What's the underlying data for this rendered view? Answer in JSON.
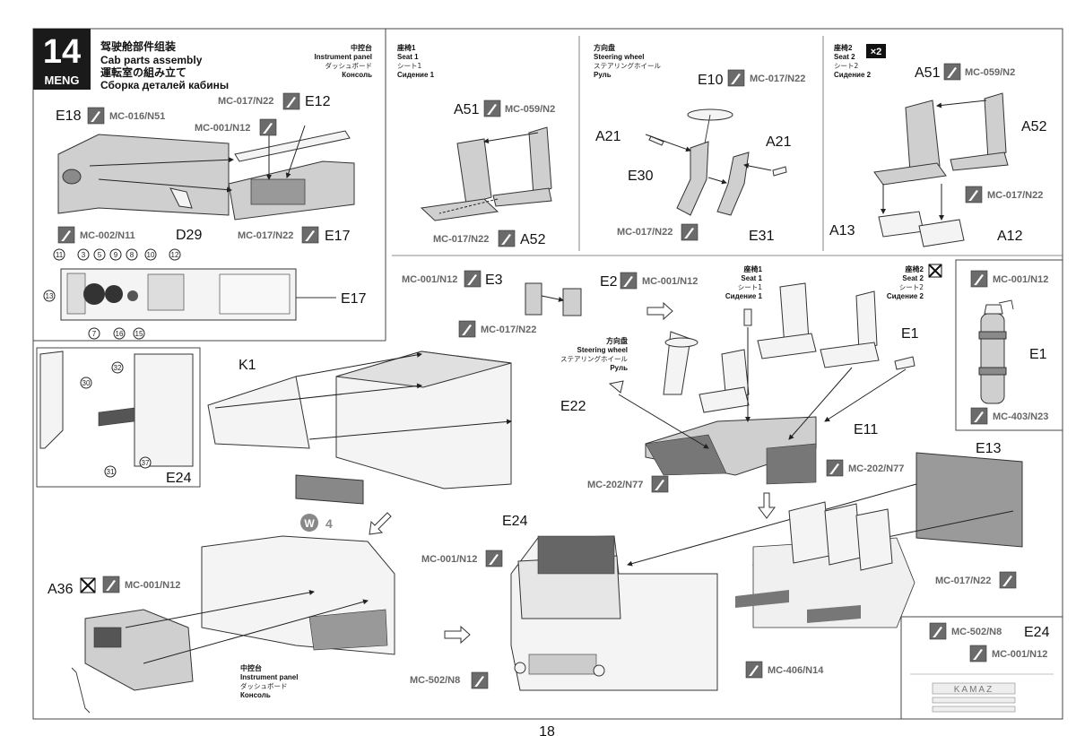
{
  "step": {
    "number": "14",
    "brand": "MENG",
    "title_cn": "驾驶舱部件组装",
    "title_en": "Cab parts assembly",
    "title_jp": "運転室の組み立て",
    "title_ru": "Сборка деталей кабины"
  },
  "page_number": "18",
  "sub_instrument": {
    "cn": "中控台",
    "en": "Instrument panel",
    "jp": "ダッシュボード",
    "ru": "Консоль"
  },
  "seat1": {
    "cn": "座椅1",
    "en": "Seat 1",
    "jp": "シート1",
    "ru": "Сидение 1"
  },
  "steering": {
    "cn": "方向盘",
    "en": "Steering wheel",
    "jp": "ステアリングホイール",
    "ru": "Руль"
  },
  "seat2": {
    "cn": "座椅2",
    "en": "Seat 2",
    "jp": "シート2",
    "ru": "Сидение 2",
    "qty": "×2"
  },
  "codes": {
    "mc016": "MC-016/N51",
    "mc017": "MC-017/N22",
    "mc001": "MC-001/N12",
    "mc002": "MC-002/N11",
    "mc059": "MC-059/N2",
    "mc202": "MC-202/N77",
    "mc403": "MC-403/N23",
    "mc406": "MC-406/N14",
    "mc502": "MC-502/N8"
  },
  "parts": {
    "E18": "E18",
    "E12": "E12",
    "E17": "E17",
    "D29": "D29",
    "A51": "A51",
    "A52": "A52",
    "E10": "E10",
    "A21": "A21",
    "E30": "E30",
    "E31": "E31",
    "A13": "A13",
    "A12": "A12",
    "E3": "E3",
    "E2": "E2",
    "E1": "E1",
    "K1": "K1",
    "E22": "E22",
    "E11": "E11",
    "E13": "E13",
    "E24": "E24",
    "A36": "A36"
  },
  "callouts": [
    "11",
    "3",
    "5",
    "9",
    "8",
    "10",
    "12",
    "13",
    "7",
    "16",
    "15",
    "30",
    "32",
    "31",
    "37"
  ],
  "marker_w": "W",
  "marker_w_num": "4",
  "decal_text": "KAMAZ"
}
